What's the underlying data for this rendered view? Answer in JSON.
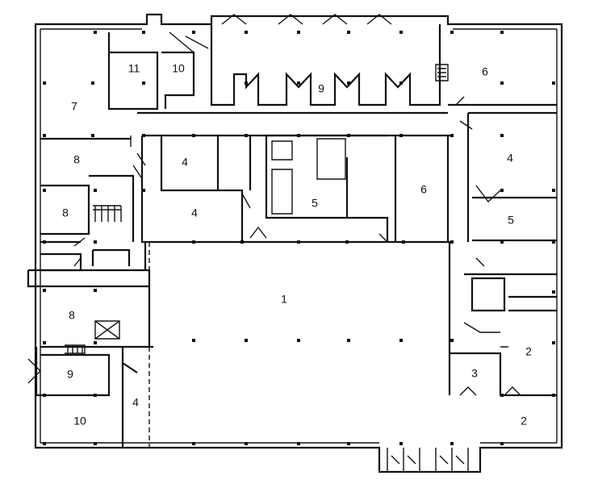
{
  "rooms": [
    {
      "id": "r1",
      "label": "1"
    },
    {
      "id": "r2a",
      "label": "2"
    },
    {
      "id": "r2b",
      "label": "2"
    },
    {
      "id": "r3",
      "label": "3"
    },
    {
      "id": "r4a",
      "label": "4"
    },
    {
      "id": "r4b",
      "label": "4"
    },
    {
      "id": "r4c",
      "label": "4"
    },
    {
      "id": "r4d",
      "label": "4"
    },
    {
      "id": "r5a",
      "label": "5"
    },
    {
      "id": "r5b",
      "label": "5"
    },
    {
      "id": "r6a",
      "label": "6"
    },
    {
      "id": "r6b",
      "label": "6"
    },
    {
      "id": "r7",
      "label": "7"
    },
    {
      "id": "r8a",
      "label": "8"
    },
    {
      "id": "r8b",
      "label": "8"
    },
    {
      "id": "r8c",
      "label": "8"
    },
    {
      "id": "r9a",
      "label": "9"
    },
    {
      "id": "r9b",
      "label": "9"
    },
    {
      "id": "r10a",
      "label": "10"
    },
    {
      "id": "r10b",
      "label": "10"
    },
    {
      "id": "r11",
      "label": "11"
    }
  ]
}
